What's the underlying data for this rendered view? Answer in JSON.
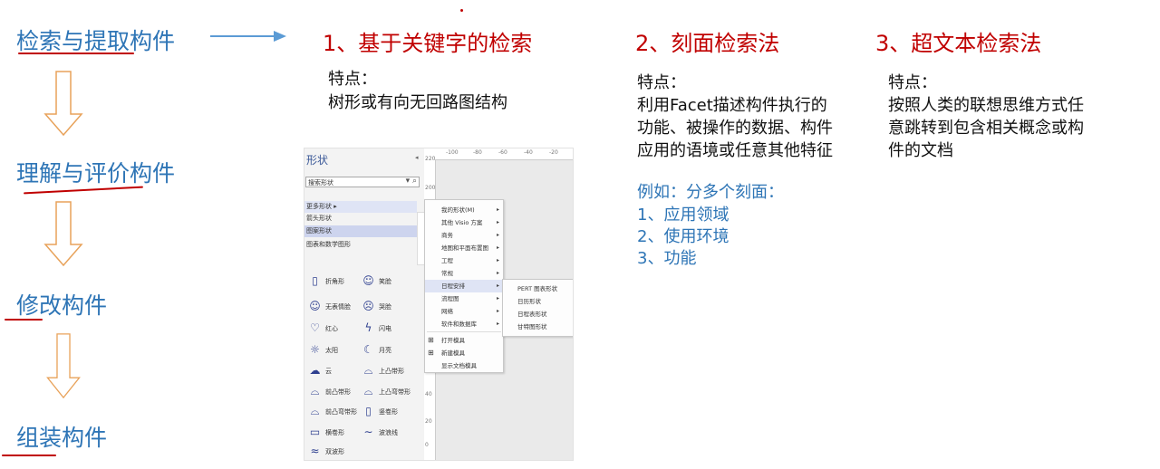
{
  "flow": {
    "steps": [
      "检索与提取构件",
      "理解与评价构件",
      "修改构件",
      "组装构件"
    ]
  },
  "methods": [
    {
      "title": "1、基于关键字的检索",
      "feature_label": "特点：",
      "feature_text": [
        "树形或有向无回路图结构"
      ]
    },
    {
      "title": "2、刻面检索法",
      "feature_label": "特点：",
      "feature_text": [
        "利用Facet描述构件执行的",
        "功能、被操作的数据、构件",
        "应用的语境或任意其他特征"
      ],
      "example_title": "例如：分多个刻面：",
      "examples": [
        "1、应用领域",
        "2、使用环境",
        "3、功能"
      ]
    },
    {
      "title": "3、超文本检索法",
      "feature_label": "特点：",
      "feature_text": [
        "按照人类的联想思维方式任",
        "意跳转到包含相关概念或构",
        "件的文档"
      ]
    }
  ],
  "visio": {
    "panel_title": "形状",
    "search_placeholder": "搜索形状",
    "categories": [
      "更多形状",
      "箭头形状",
      "图案形状",
      "图表和数学图形"
    ],
    "shapes": [
      [
        "折角形",
        "笑脸"
      ],
      [
        "无表情脸",
        "哭脸"
      ],
      [
        "红心",
        "闪电"
      ],
      [
        "太阳",
        "月亮"
      ],
      [
        "云",
        "上凸带形"
      ],
      [
        "前凸带形",
        "上凸弯带形"
      ],
      [
        "前凸弯带形",
        "竖卷形"
      ],
      [
        "横卷形",
        "波浪线"
      ],
      [
        "双波形",
        ""
      ]
    ],
    "ruler_h": [
      "-100",
      "-80",
      "-60",
      "-40",
      "-20"
    ],
    "ruler_v": [
      "220",
      "200",
      "40",
      "20",
      "0"
    ],
    "menu1": [
      "我的形状(M)",
      "其他 Visio 方案",
      "商务",
      "地图和平面布置图",
      "工程",
      "常规",
      "日程安排",
      "流程图",
      "网络",
      "软件和数据库",
      "打开模具",
      "新建模具",
      "显示文档模具"
    ],
    "menu2": [
      "PERT 图表形状",
      "日历形状",
      "日程表形状",
      "甘特图形状"
    ],
    "highlighted": "日程安排"
  },
  "colors": {
    "blue": "#2e75b6",
    "red": "#c00000",
    "arrow_orange": "#e8a25a",
    "arrow_blue": "#5b9bd5"
  }
}
